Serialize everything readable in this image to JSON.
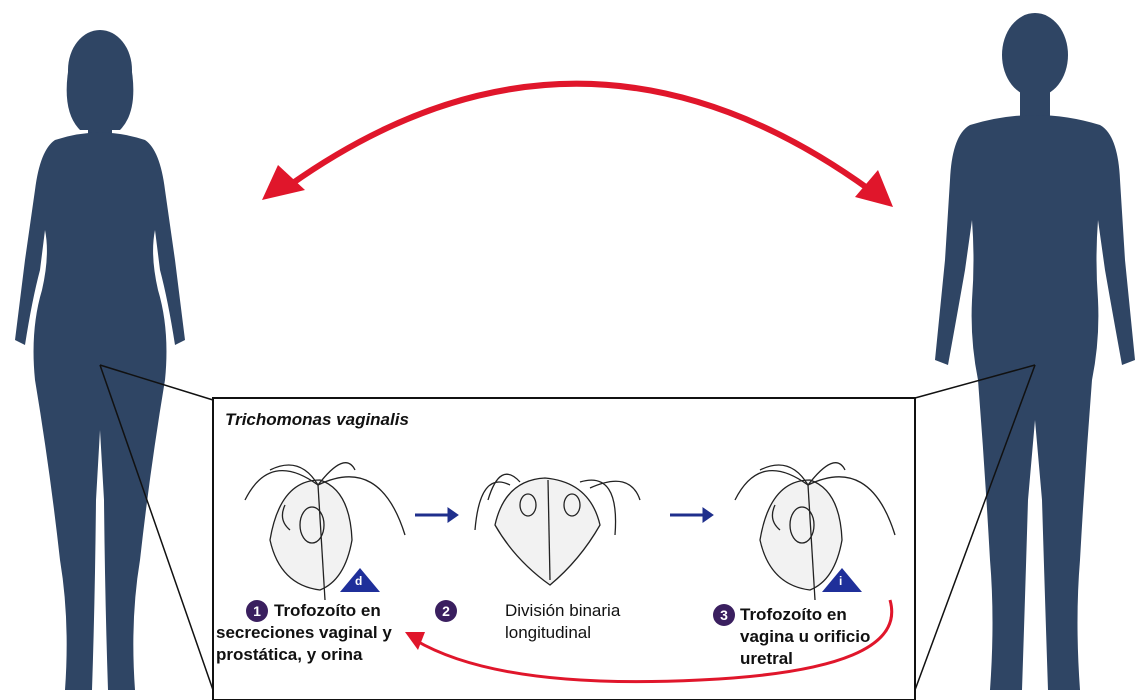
{
  "panel": {
    "title": "Trichomonas vaginalis"
  },
  "stages": [
    {
      "number": "1",
      "lines": [
        "Trofozoíto en",
        "secreciones vaginal y",
        "prostática, y orina"
      ],
      "marker": "d"
    },
    {
      "number": "2",
      "lines": [
        "División binaria",
        "longitudinal"
      ]
    },
    {
      "number": "3",
      "lines": [
        "Trofozoíto en",
        "vagina u orificio",
        "uretral"
      ],
      "marker": "i"
    }
  ],
  "colors": {
    "silhouette": "#2f4564",
    "transmission_arrow": "#e0162b",
    "stage_arrow": "#1f2f8c",
    "number_badge": "#3a1f5f",
    "marker_triangle": "#1f2f9a"
  },
  "icons": {
    "left_figure": "female-silhouette-icon",
    "right_figure": "male-silhouette-icon",
    "stage1": "trophozoite-icon",
    "stage2": "dividing-trophozoite-icon",
    "stage3": "trophozoite-icon"
  }
}
